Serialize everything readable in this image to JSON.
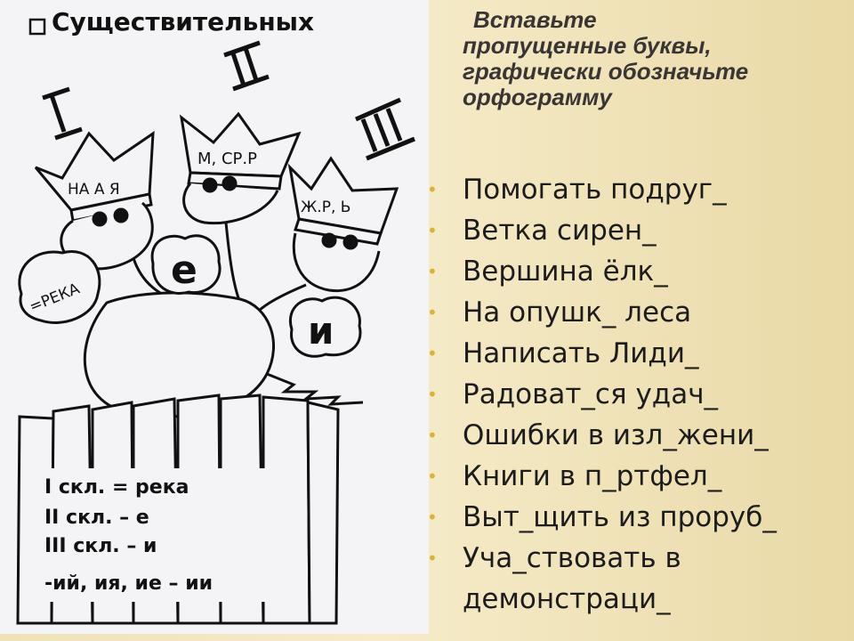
{
  "illustration": {
    "header": "Существительных",
    "crowns": {
      "c1": "НА А Я",
      "c2": "М, СР.Р",
      "c3": "Ж.Р, Ь"
    },
    "numerals": {
      "n1": "I",
      "n2": "II",
      "n3": "III"
    },
    "bubbles": {
      "left": "=РЕКА",
      "middle": "е",
      "right": "и"
    },
    "rules": [
      "I скл. = река",
      "II скл. – е",
      "III скл. – и",
      "-ий, ия, ие – ии"
    ]
  },
  "title": {
    "line1": "Вставьте",
    "line2": "пропущенные буквы,",
    "line3": "графически обозначьте",
    "line4": "орфограмму"
  },
  "tasks": [
    "Помогать подруг_",
    "Ветка сирен_",
    "Вершина ёлк_",
    "На опушк_ леса",
    "Написать Лиди_",
    "Радоват_ся удач_",
    "Ошибки в изл_жени_",
    "Книги в п_ртфел_",
    "Выт_щить из проруб_",
    "Уча_ствовать в демонстраци_"
  ],
  "colors": {
    "bullet": "#d9b23a",
    "title": "#3a3535",
    "bg": "#f3e8c4"
  }
}
